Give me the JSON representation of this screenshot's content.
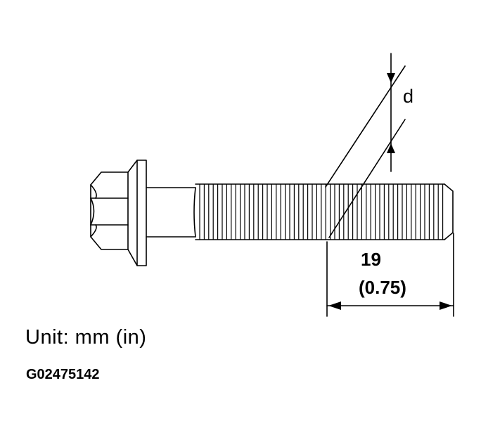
{
  "callouts": {
    "thread_pitch_label": "d",
    "length_value": "19",
    "length_value_in": "(0.75)"
  },
  "footer": {
    "unit_text": "Unit: mm (in)",
    "figure_id": "G02475142"
  },
  "colors": {
    "line": "#000000",
    "background": "#ffffff"
  }
}
